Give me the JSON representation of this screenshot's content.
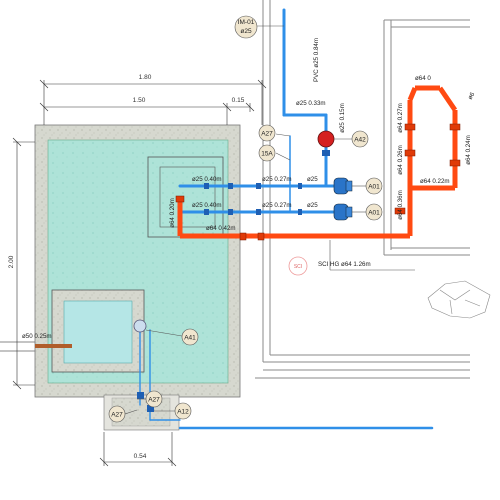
{
  "dimensions": {
    "top_width": "1.80",
    "inner_width": "1.50",
    "offset": "0.15",
    "height": "2.00",
    "bottom_width": "0.54"
  },
  "tags": [
    {
      "id": "tag-im01",
      "label": "IM-01",
      "sub": "ø25"
    },
    {
      "id": "tag-a27-top",
      "label": "A27"
    },
    {
      "id": "tag-15a",
      "label": "15A"
    },
    {
      "id": "tag-a42",
      "label": "A42"
    },
    {
      "id": "tag-a01-top",
      "label": "A01"
    },
    {
      "id": "tag-a01-bottom",
      "label": "A01"
    },
    {
      "id": "tag-a41",
      "label": "A41"
    },
    {
      "id": "tag-a27-bottom-left",
      "label": "A27"
    },
    {
      "id": "tag-a27-bottom-mid",
      "label": "A27"
    },
    {
      "id": "tag-a12",
      "label": "A12"
    }
  ],
  "pipe_labels": {
    "pvc_vertical": "PVC ø25 0.84m",
    "d25_033": "ø25 0.33m",
    "d25_015": "ø25 0.15m",
    "d25_040_top": "ø25 0.40m",
    "d25_027_top": "ø25 0.27m",
    "d25_top_short": "ø25",
    "d25_040_bottom": "ø25 0.40m",
    "d25_027_bottom": "ø25 0.27m",
    "d25_bottom_short": "ø25",
    "d64_020": "ø64 0.20m",
    "d64_042": "ø64 0.42m",
    "sch_hg": "SCI HG ø64 1.26m",
    "d64_027": "ø64 0.27m",
    "d64_026": "ø64 0.26m",
    "d64_036": "ø64 0.36m",
    "d64_022": "ø64 0.22m",
    "d64_024": "ø64 0.24m",
    "d64_top": "ø64 0",
    "d64_side": "ø6",
    "d50_025": "ø50 0.25m"
  },
  "stamp_text": "SCI",
  "colors": {
    "cold_pipe": "#2f8fe8",
    "hot_pipe": "#ff4a12",
    "concrete": "#d8d8cf",
    "water": "#a8e0d4"
  }
}
